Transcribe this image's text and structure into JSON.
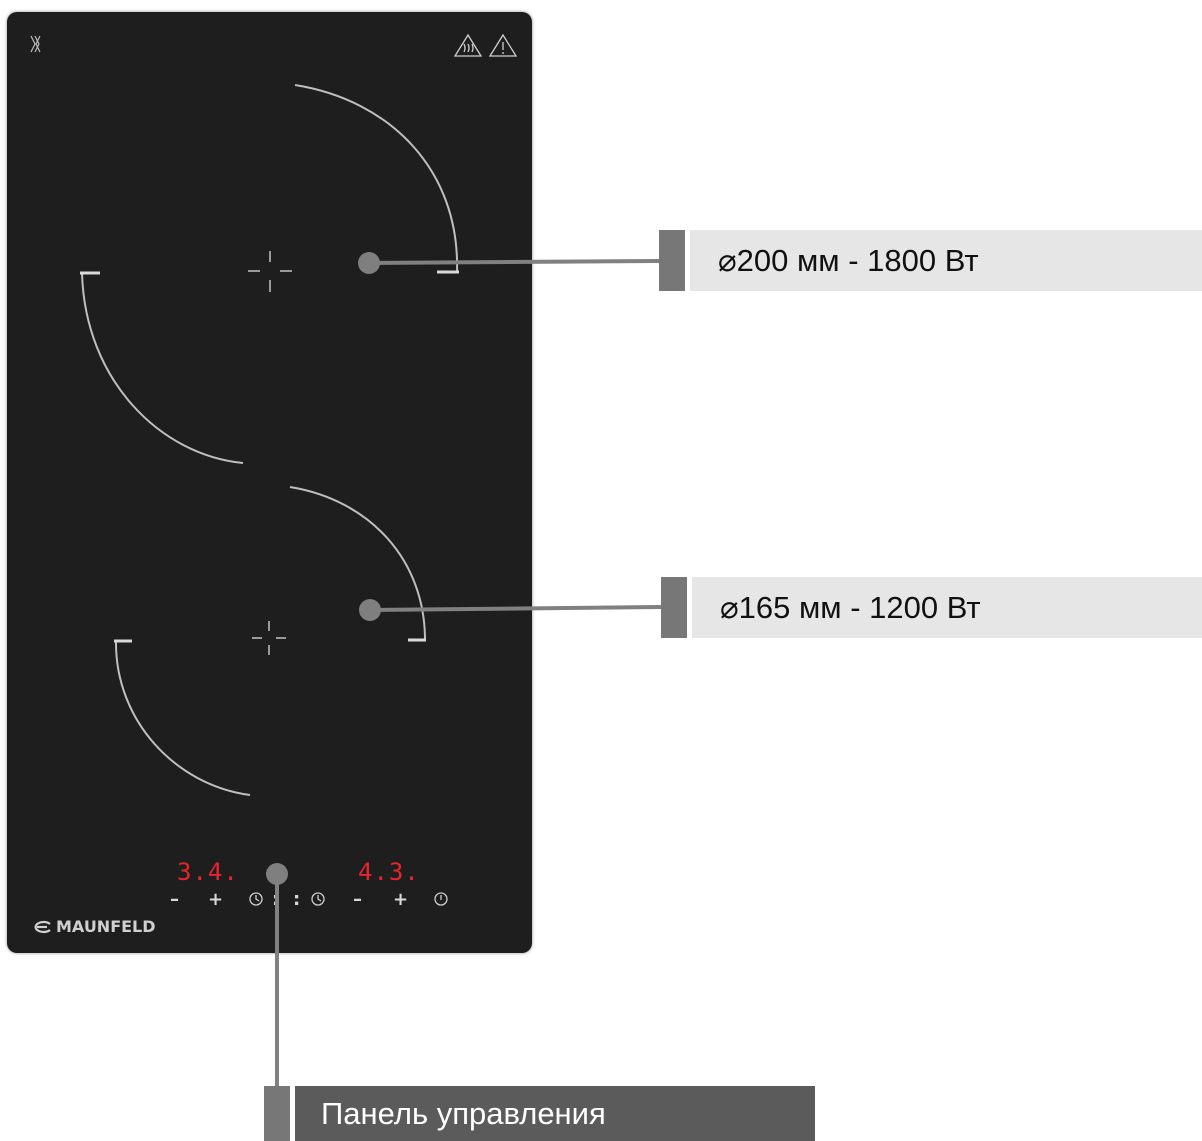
{
  "zones": [
    {
      "label": "⌀200 мм - 1800 Вт"
    },
    {
      "label": "⌀165 мм - 1200 Вт"
    }
  ],
  "control_panel": {
    "label": "Панель управления",
    "left_display": "3.4.",
    "right_display": "4.3.",
    "minus": "–",
    "plus": "+",
    "separator": ":"
  },
  "brand": "MAUNFELD",
  "colors": {
    "glass": "#1e1e1e",
    "display": "#e8242d",
    "callout_tab": "#777777",
    "callout_box": "#e6e6e6",
    "panel_box": "#5b5b5b"
  },
  "icons": [
    "induction-icon",
    "hot-surface-warning-icon",
    "warning-icon",
    "timer-icon",
    "power-icon",
    "brand-logo-icon"
  ]
}
